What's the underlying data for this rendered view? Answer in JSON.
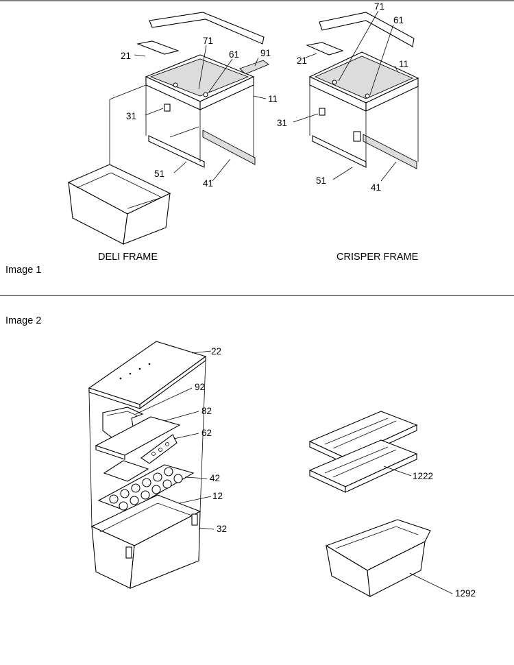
{
  "image1": {
    "caption": "Image 1",
    "deli_frame": {
      "title": "DELI FRAME",
      "labels": {
        "p21": "21",
        "p71": "71",
        "p61": "61",
        "p91": "91",
        "p11": "11",
        "p31": "31",
        "p51": "51",
        "p41": "41"
      }
    },
    "crisper_frame": {
      "title": "CRISPER FRAME",
      "labels": {
        "p71": "71",
        "p61": "61",
        "p21": "21",
        "p11": "11",
        "p31": "31",
        "p51": "51",
        "p41": "41"
      }
    }
  },
  "image2": {
    "caption": "Image 2",
    "labels": {
      "p22": "22",
      "p92": "92",
      "p82": "82",
      "p62": "62",
      "p42": "42",
      "p12": "12",
      "p32": "32",
      "p1222": "1222",
      "p1292": "1292"
    }
  }
}
